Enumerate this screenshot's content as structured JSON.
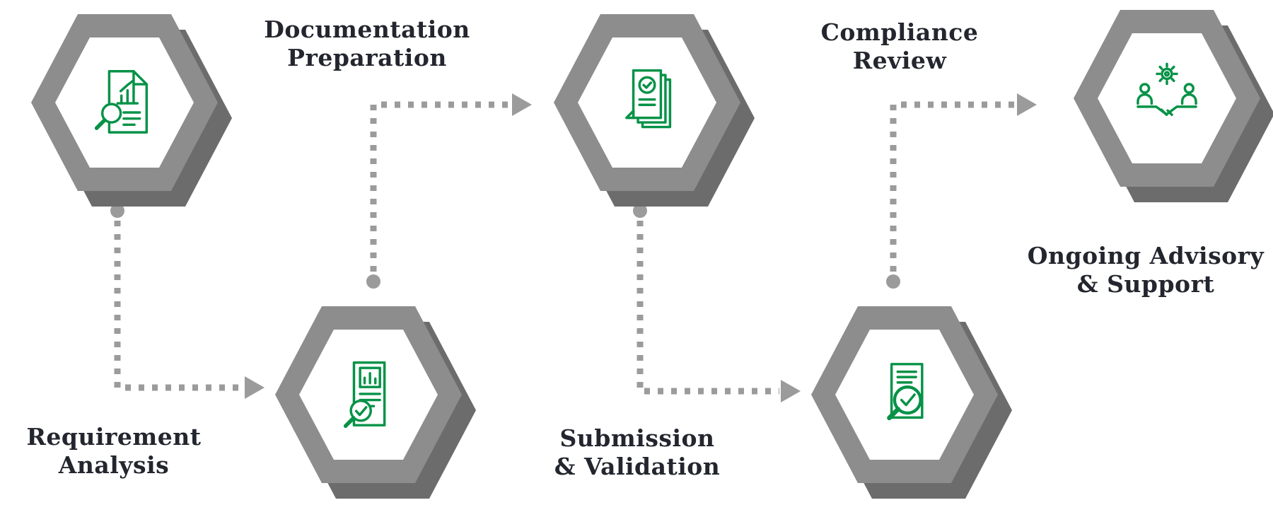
{
  "diagram": {
    "type": "process-flow",
    "colors": {
      "hexagon_fill": "#8d8d8d",
      "hexagon_shadow": "#6c6c6c",
      "hexagon_inner": "#ffffff",
      "icon_green": "#069247",
      "connector_gray": "#9b9b9b",
      "label_text": "#23262e",
      "background": "#ffffff"
    },
    "steps": [
      {
        "label_line1": "Requirement",
        "label_line2": "Analysis",
        "icon": "document-barchart-magnifier-icon"
      },
      {
        "label_line1": "Documentation",
        "label_line2": "Preparation",
        "icon": "report-magnifier-check-icon"
      },
      {
        "label_line1": "Submission",
        "label_line2": "& Validation",
        "icon": "stacked-documents-check-icon"
      },
      {
        "label_line1": "Compliance",
        "label_line2": "Review",
        "icon": "document-magnifier-check-icon"
      },
      {
        "label_line1": "Ongoing Advisory",
        "label_line2": "& Support",
        "icon": "handshake-partnership-gear-icon"
      }
    ]
  }
}
